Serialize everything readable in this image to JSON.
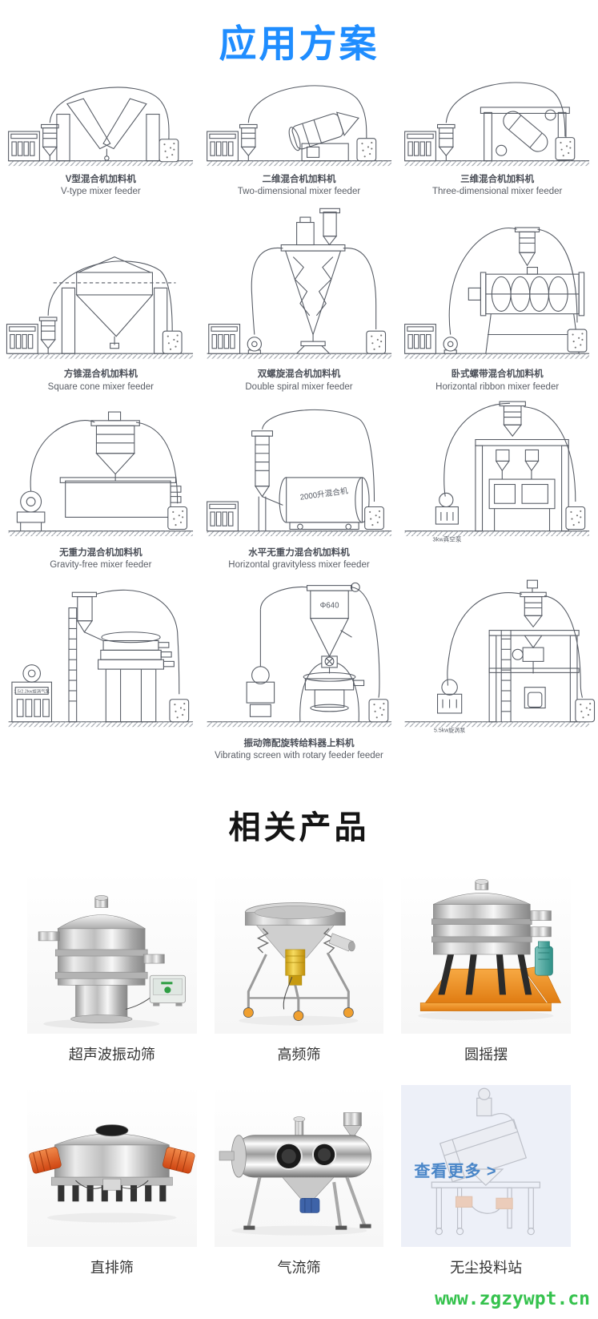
{
  "page": {
    "applications_title": "应用方案",
    "related_title": "相关产品",
    "watermark": "www.zgzywpt.cn"
  },
  "colors": {
    "accent_blue": "#1f8dff",
    "view_more_blue": "#4a86c8",
    "watermark_green": "#35c24d",
    "tumbler_base_orange": "#ef941f",
    "motor_orange": "#e8631f",
    "motor_teal": "#3c9a8f",
    "motor_gold": "#e6b822"
  },
  "applications": [
    {
      "zh": "V型混合机加料机",
      "en": "V-type mixer feeder"
    },
    {
      "zh": "二维混合机加料机",
      "en": "Two-dimensional mixer feeder"
    },
    {
      "zh": "三维混合机加料机",
      "en": "Three-dimensional mixer feeder"
    },
    {
      "zh": "方锥混合机加料机",
      "en": "Square cone mixer feeder"
    },
    {
      "zh": "双螺旋混合机加料机",
      "en": "Double spiral mixer feeder"
    },
    {
      "zh": "卧式螺带混合机加料机",
      "en": "Horizontal ribbon mixer feeder"
    },
    {
      "zh": "无重力混合机加料机",
      "en": "Gravity-free mixer feeder"
    },
    {
      "zh": "水平无重力混合机加料机",
      "en": "Horizontal gravityless mixer feeder",
      "drum_label": "2000升混合机"
    },
    {
      "zh": "",
      "en": "",
      "pump_label": "3kw真空泵"
    },
    {
      "zh": "",
      "en": "",
      "box_label": "1.5/2.2kw旋涡气泵"
    },
    {
      "zh": "振动筛配旋转给料器上料机",
      "en": "Vibrating screen with rotary feeder feeder",
      "cyclone_label": "Φ640"
    },
    {
      "zh": "",
      "en": "",
      "pump_label": "5.5kw旋涡泵"
    }
  ],
  "products": [
    {
      "name": "超声波振动筛"
    },
    {
      "name": "高频筛"
    },
    {
      "name": "圆摇摆"
    },
    {
      "name": "直排筛"
    },
    {
      "name": "气流筛"
    },
    {
      "name": "无尘投料站",
      "overlay": "查看更多 >"
    }
  ]
}
